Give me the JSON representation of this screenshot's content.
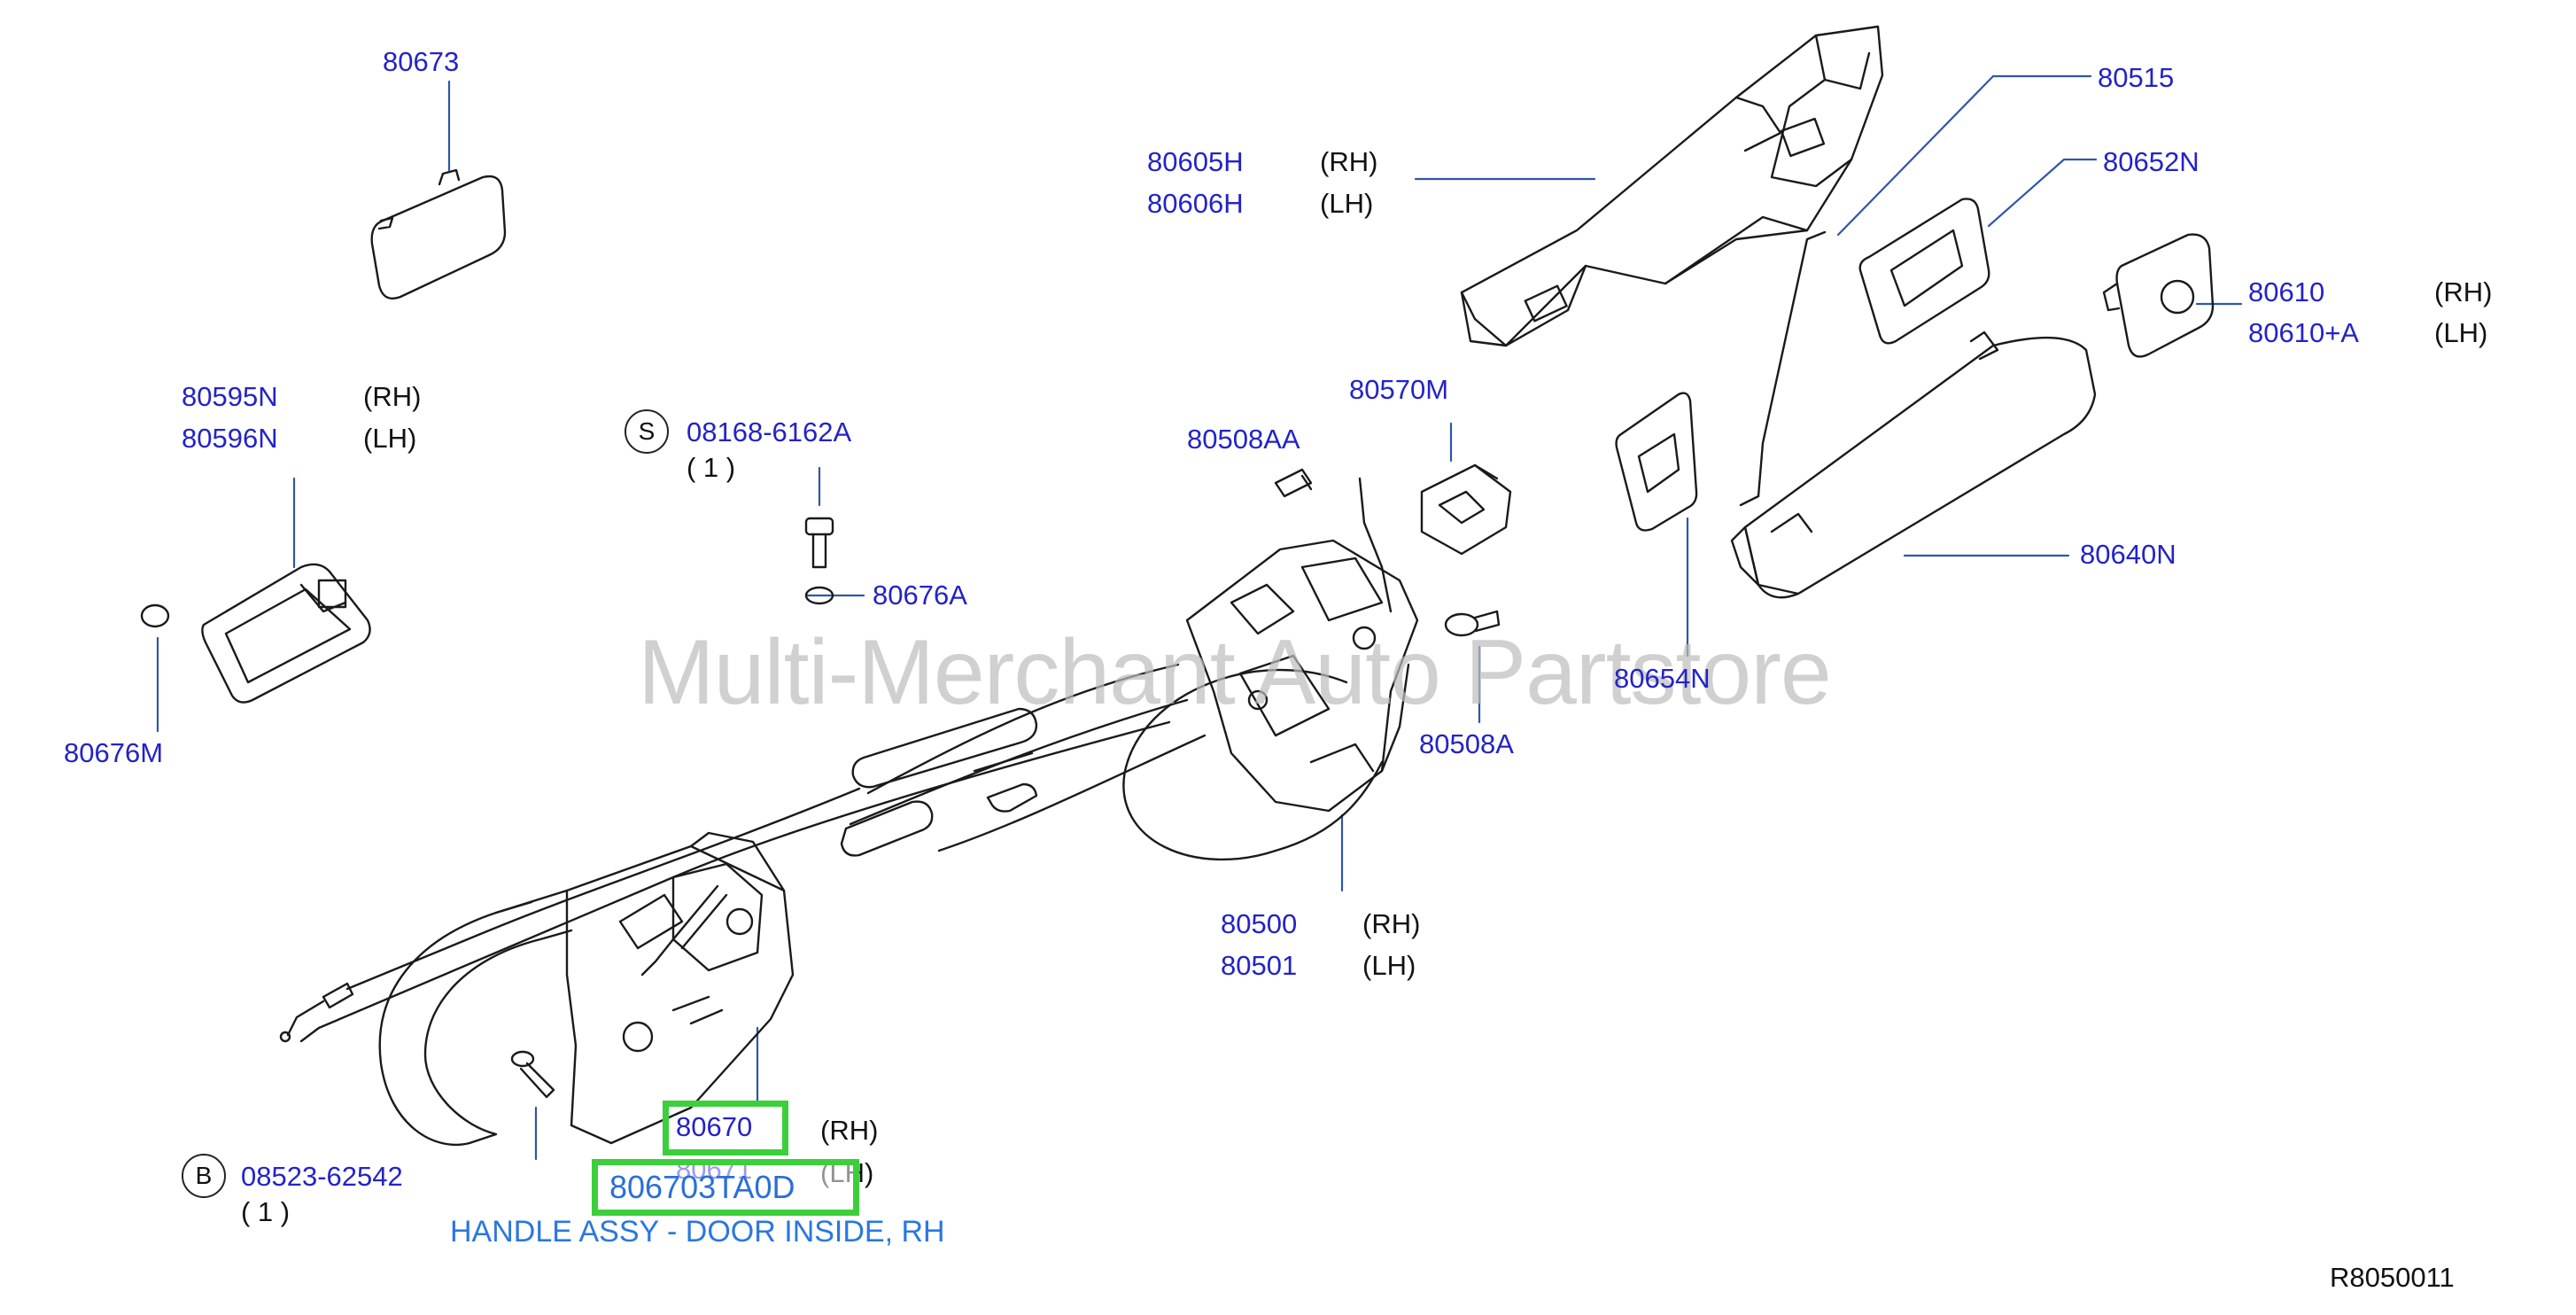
{
  "watermark": "Multi-Merchant Auto Partstore",
  "diagram_code": "R8050011",
  "highlighted_part": "806703TA0D",
  "highlighted_description": "HANDLE ASSY - DOOR INSIDE, RH",
  "labels": {
    "p80673": "80673",
    "p80605H": "80605H",
    "p80605H_side": "(RH)",
    "p80606H": "80606H",
    "p80606H_side": "(LH)",
    "p80515": "80515",
    "p80652N": "80652N",
    "p80610": "80610",
    "p80610_side": "(RH)",
    "p80610A": "80610+A",
    "p80610A_side": "(LH)",
    "p80595N": "80595N",
    "p80595N_side": "(RH)",
    "p80596N": "80596N",
    "p80596N_side": "(LH)",
    "screw_s_symbol": "S",
    "screw_s_part": "08168-6162A",
    "screw_s_qty": "( 1 )",
    "p80676A": "80676A",
    "p80508AA": "80508AA",
    "p80570M": "80570M",
    "p80640N": "80640N",
    "p80654N": "80654N",
    "p80676M": "80676M",
    "p80508A": "80508A",
    "p80500": "80500",
    "p80500_side": "(RH)",
    "p80501": "80501",
    "p80501_side": "(LH)",
    "p80670": "80670",
    "p80670_side": "(RH)",
    "p80671": "80671",
    "p80671_side": "(LH)",
    "bolt_b_symbol": "B",
    "bolt_b_part": "08523-62542",
    "bolt_b_qty": "( 1 )"
  },
  "colors": {
    "part_number": "#2323c8",
    "highlight": "#3ccf3c",
    "description": "#2a77e0",
    "line": "#2f56a8",
    "drawing": "#1a1a1a"
  }
}
